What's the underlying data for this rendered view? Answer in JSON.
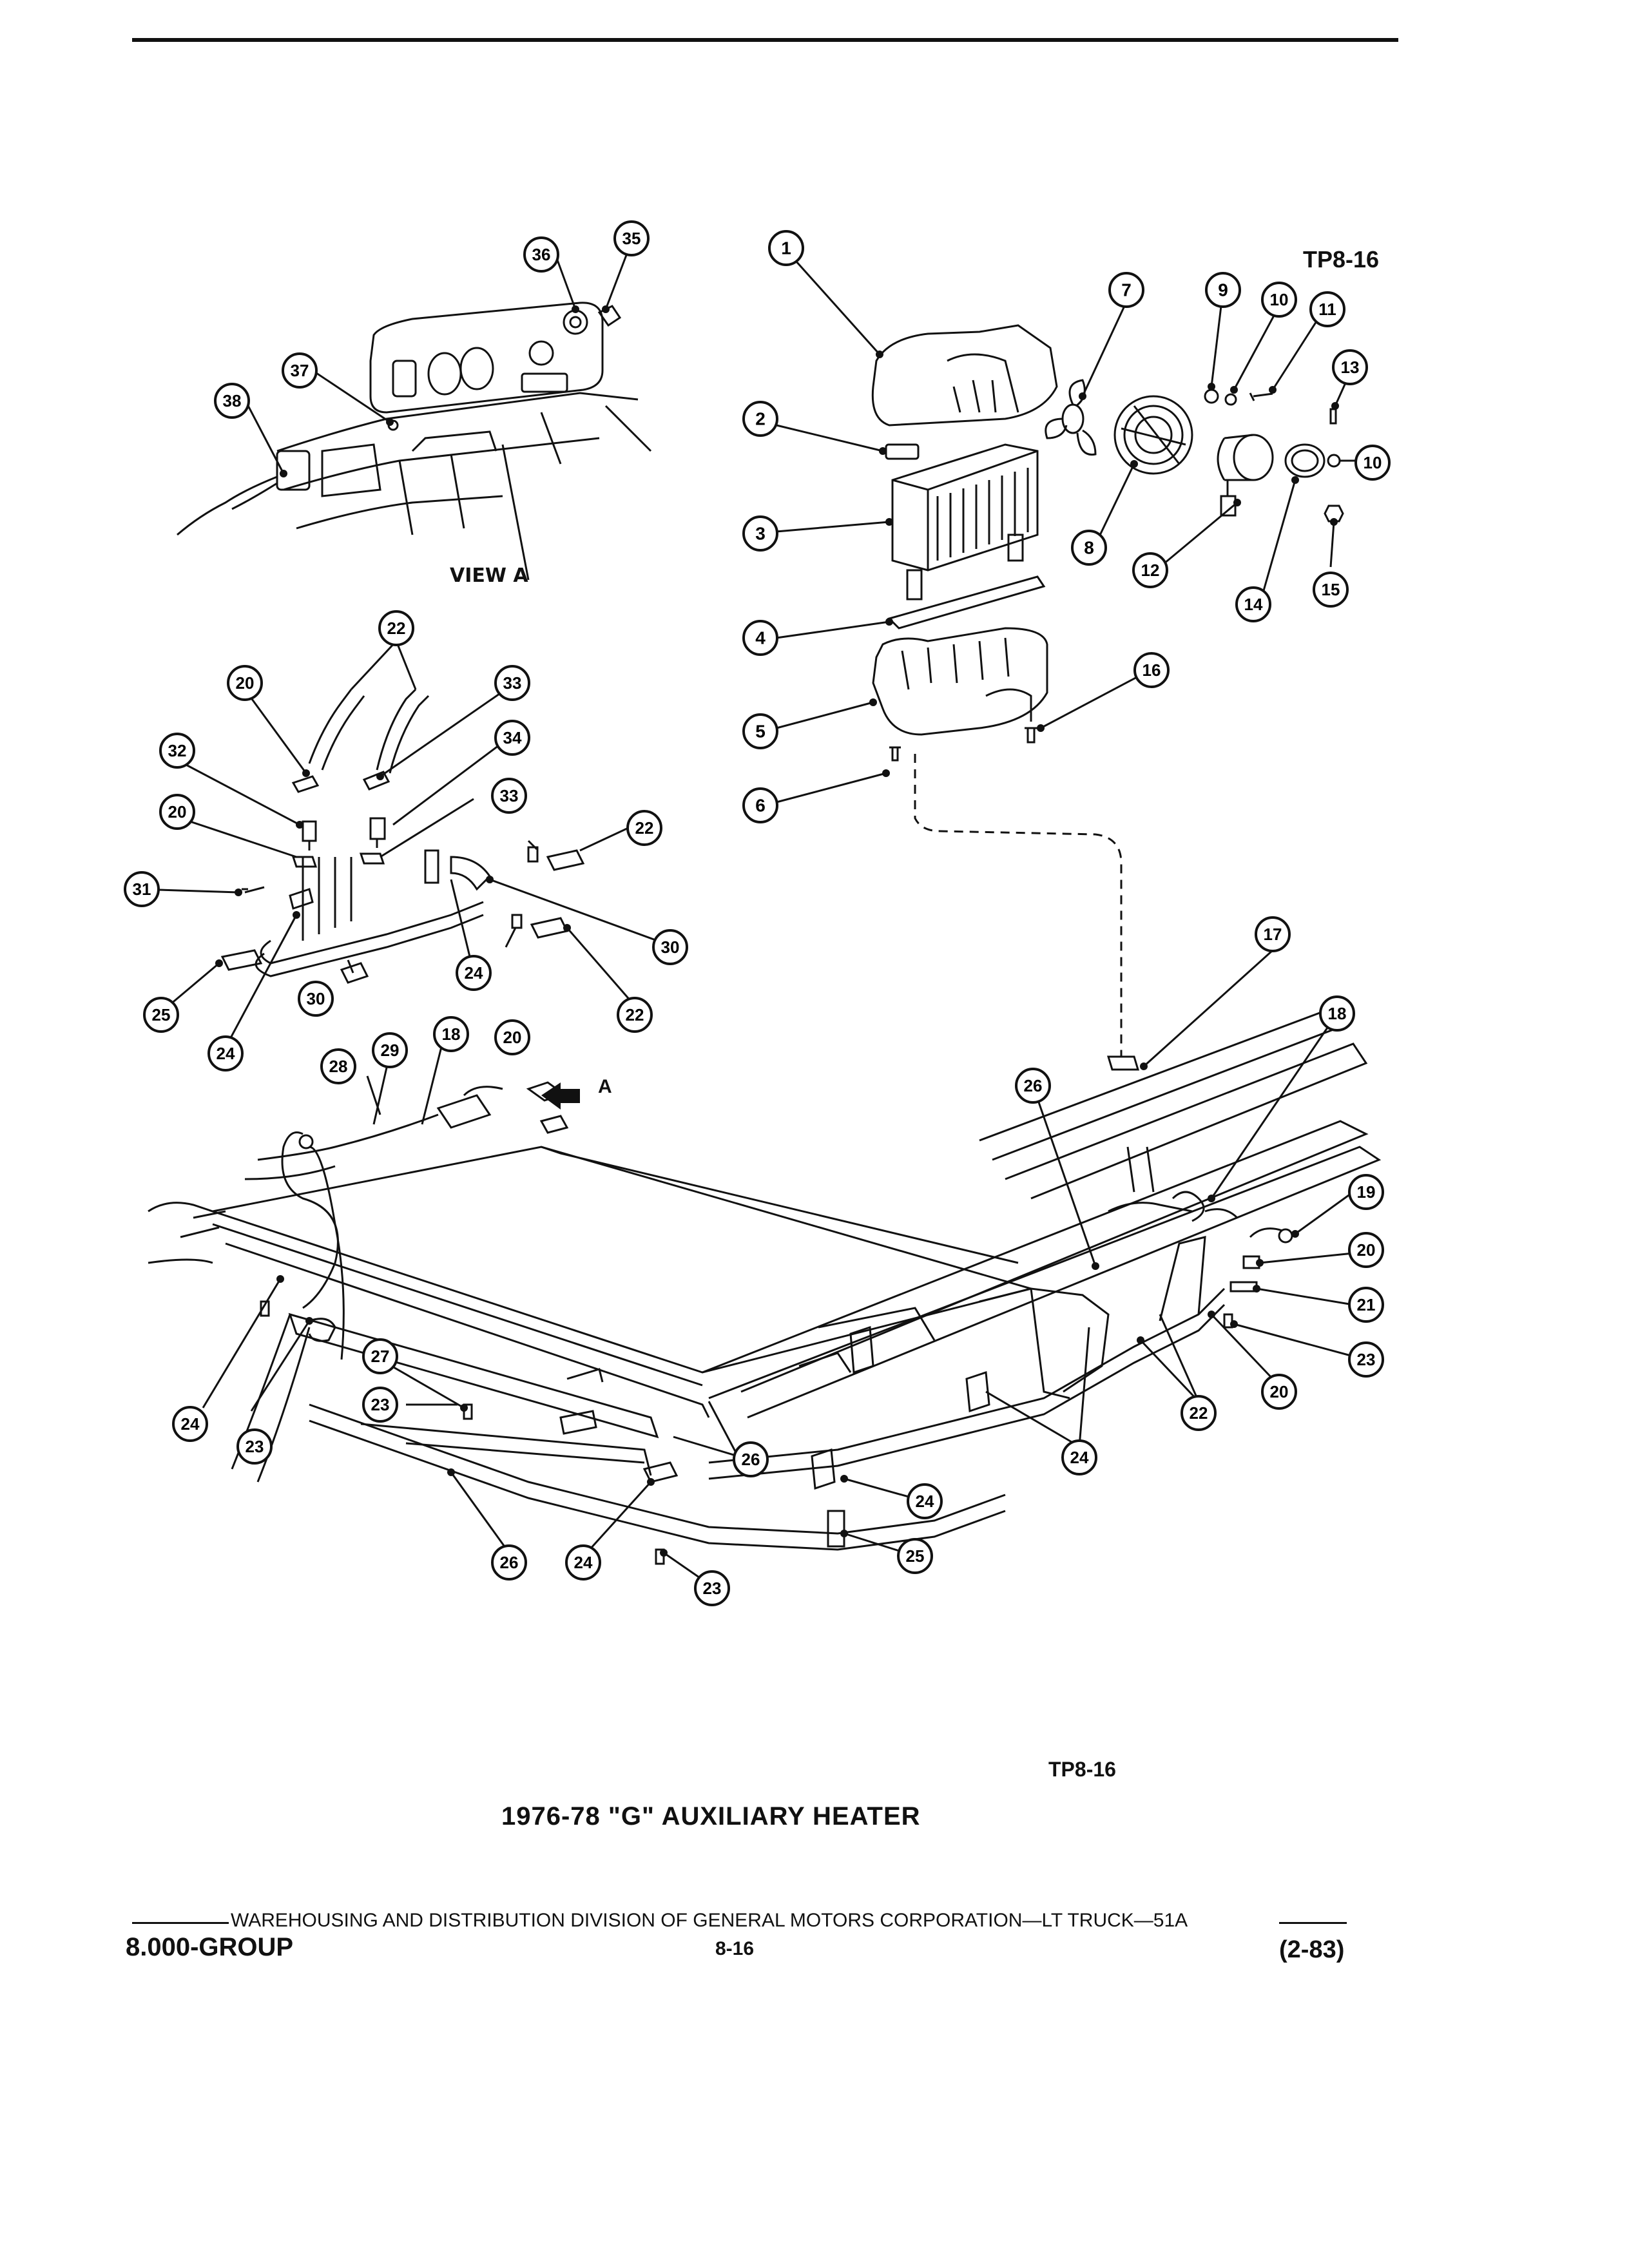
{
  "header": {
    "figure_code": "TP8-16"
  },
  "view_a": {
    "label": "VIEW A"
  },
  "arrow_label": "A",
  "parts": [
    {
      "n": "1"
    },
    {
      "n": "2"
    },
    {
      "n": "3"
    },
    {
      "n": "4"
    },
    {
      "n": "5"
    },
    {
      "n": "6"
    },
    {
      "n": "7"
    },
    {
      "n": "8"
    },
    {
      "n": "9"
    },
    {
      "n": "10"
    },
    {
      "n": "11"
    },
    {
      "n": "12"
    },
    {
      "n": "13"
    },
    {
      "n": "14"
    },
    {
      "n": "15"
    },
    {
      "n": "16"
    },
    {
      "n": "17"
    },
    {
      "n": "18"
    },
    {
      "n": "19"
    },
    {
      "n": "20"
    },
    {
      "n": "21"
    },
    {
      "n": "22"
    },
    {
      "n": "23"
    },
    {
      "n": "24"
    },
    {
      "n": "25"
    },
    {
      "n": "26"
    },
    {
      "n": "27"
    },
    {
      "n": "28"
    },
    {
      "n": "29"
    },
    {
      "n": "30"
    },
    {
      "n": "31"
    },
    {
      "n": "32"
    },
    {
      "n": "33"
    },
    {
      "n": "34"
    },
    {
      "n": "35"
    },
    {
      "n": "36"
    },
    {
      "n": "37"
    },
    {
      "n": "38"
    }
  ],
  "caption": {
    "code": "TP8-16",
    "title": "1976-78 \"G\" AUXILIARY HEATER"
  },
  "footer": {
    "publisher": "WAREHOUSING AND DISTRIBUTION DIVISION OF GENERAL MOTORS CORPORATION—LT TRUCK—51A",
    "group": "8.000-GROUP",
    "page": "8-16",
    "date": "(2-83)"
  },
  "colors": {
    "ink": "#111111",
    "paper": "#ffffff"
  }
}
